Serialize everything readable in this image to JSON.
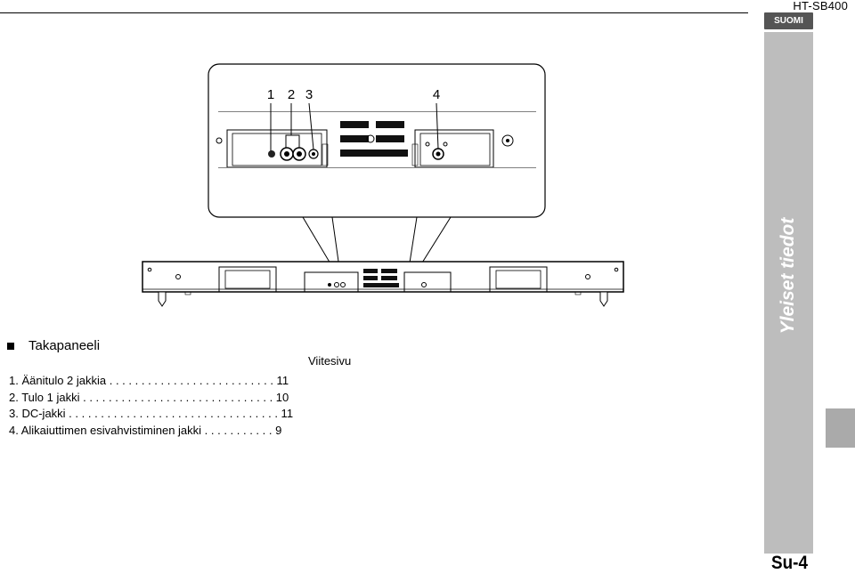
{
  "header": {
    "model": "HT-SB400",
    "language_badge": "SUOMI"
  },
  "side_tab": {
    "label": "Yleiset tiedot"
  },
  "diagram": {
    "callouts": [
      "1",
      "2",
      "3",
      "4"
    ]
  },
  "section": {
    "title": "Takapaneeli",
    "ref_header": "Viitesivu",
    "items": [
      {
        "text": "1.  Äänitulo 2 jakkia . . . . . . . . . . . . . . . . . . . . . . . . . .  11"
      },
      {
        "text": "2.  Tulo 1 jakki . . . . . . . . . . . . . . . . . . . . . . . . . . . . . .  10"
      },
      {
        "text": "3.  DC-jakki . . . . . . . . . . . . . . . . . . . . . . . . . . . . . . . . .  11"
      },
      {
        "text": "4.  Alikaiuttimen esivahvistiminen jakki . . . . . . . . . . .  9"
      }
    ]
  },
  "footer": {
    "page_number": "Su-4"
  }
}
